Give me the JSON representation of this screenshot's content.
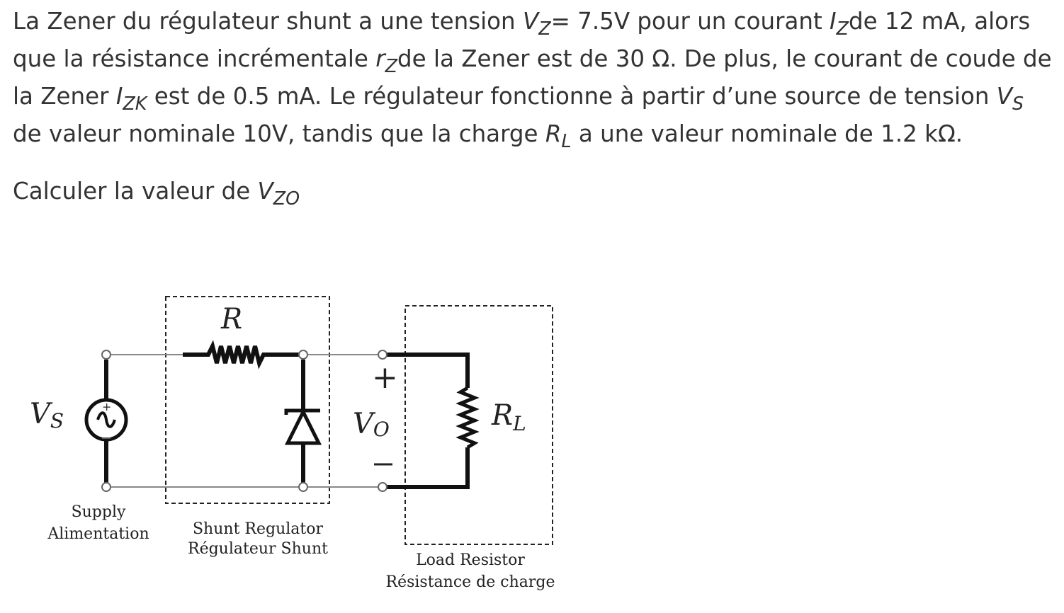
{
  "problem": {
    "p1": {
      "t1": "La Zener du régulateur shunt a une tension ",
      "vz_base": "V",
      "vz_sub": "Z",
      "t2": "= 7.5V pour un courant ",
      "iz_base": "I",
      "iz_sub": "Z",
      "t3": "de 12 mA, alors que la résistance incrémentale ",
      "rz_base": "r",
      "rz_sub": "Z",
      "t4": "de la Zener est de 30 Ω. De plus, le courant de coude de la Zener ",
      "izk_base": "I",
      "izk_sub": "ZK",
      "t5": " est de 0.5 mA. Le régulateur fonctionne à partir d’une source de tension ",
      "vs_base": "V",
      "vs_sub": "S",
      "t6": " de valeur nominale 10V, tandis que la charge ",
      "rl_base": "R",
      "rl_sub": "L",
      "t7": " a une valeur nominale de 1.2 kΩ."
    },
    "p2": {
      "t1": "Calculer la valeur de ",
      "vzo_base": "V",
      "vzo_sub": "ZO"
    }
  },
  "circuit": {
    "source_label": "V",
    "source_label_sub": "S",
    "source_plus": "+",
    "resistor_label": "R",
    "output_label": "V",
    "output_label_sub": "O",
    "output_plus": "+",
    "output_minus": "−",
    "load_label": "R",
    "load_label_sub": "L",
    "supply_caption_1": "Supply",
    "supply_caption_2": "Alimentation",
    "regulator_caption_1": "Shunt Regulator",
    "regulator_caption_2": "Régulateur Shunt",
    "load_caption_1": "Load Resistor",
    "load_caption_2": "Résistance de charge"
  }
}
